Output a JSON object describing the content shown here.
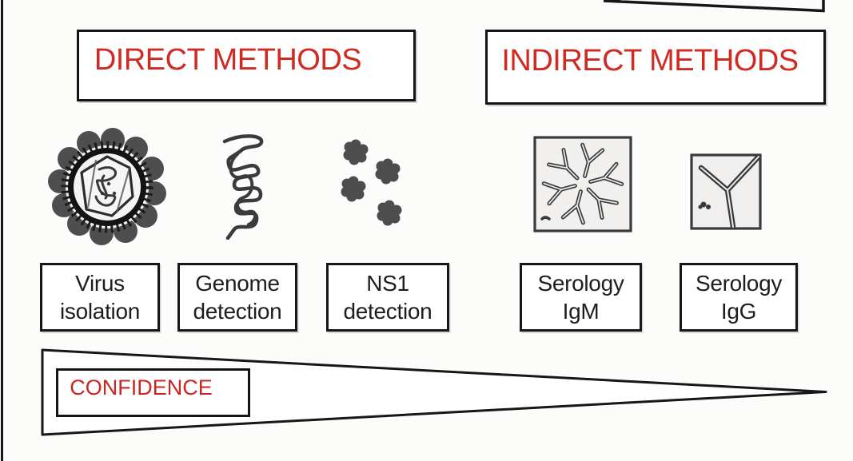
{
  "figure": {
    "background": "#fcfcfb",
    "accent_red": "#d02a22",
    "confidence_red": "#cc2620",
    "line_black": "#171717",
    "icon_gray": "#3f3f3f"
  },
  "groups": {
    "direct_label": "DIRECT METHODS",
    "indirect_label": "INDIRECT METHODS"
  },
  "methods": [
    {
      "line1": "Virus",
      "line2": "isolation",
      "icon": "virus-particle-icon",
      "group": "direct"
    },
    {
      "line1": "Genome",
      "line2": "detection",
      "icon": "genome-rna-tangle-icon",
      "group": "direct"
    },
    {
      "line1": "NS1",
      "line2": "detection",
      "icon": "ns1-antigen-clusters-icon",
      "group": "direct"
    },
    {
      "line1": "Serology",
      "line2": "IgM",
      "icon": "igm-antibody-pentamer-icon",
      "group": "indirect"
    },
    {
      "line1": "Serology",
      "line2": "IgG",
      "icon": "igg-antibody-icon",
      "group": "indirect"
    }
  ],
  "confidence_label": "CONFIDENCE"
}
